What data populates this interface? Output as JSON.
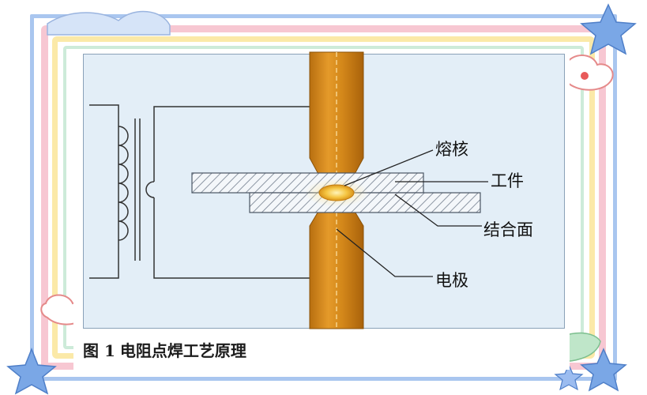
{
  "diagram": {
    "labels": {
      "nugget": "熔核",
      "workpiece": "工件",
      "interface": "结合面",
      "electrode": "电极"
    }
  },
  "caption": {
    "prefix": "图 1",
    "title": "电阻点焊工艺原理"
  },
  "colors": {
    "frame_blue": "#a9c6ef",
    "frame_pink": "#f7c7d2",
    "frame_yellow": "#fbe9a8",
    "panel_bg": "#e3eef7",
    "electrode": "#d4881a",
    "nugget": "#f5c542"
  }
}
